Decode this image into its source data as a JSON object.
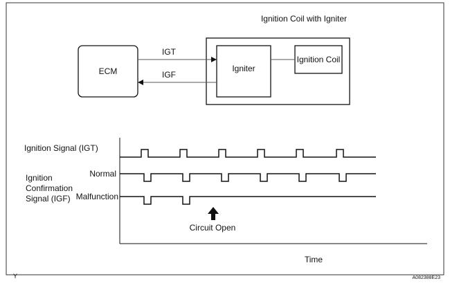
{
  "block_diagram": {
    "module_title": "Ignition Coil with Igniter",
    "ecm_label": "ECM",
    "igniter_label": "Igniter",
    "coil_label": "Ignition Coil",
    "igt_label": "IGT",
    "igf_label": "IGF"
  },
  "timing_chart": {
    "igt_label": "Ignition Signal (IGT)",
    "igf_label_lines": [
      "Ignition",
      "Confirmation",
      "Signal (IGF)"
    ],
    "normal_label": "Normal",
    "malfunction_label": "Malfunction",
    "circuit_open_label": "Circuit Open",
    "time_label": "Time",
    "igt_pulse_count": 6,
    "igf_normal_pulse_count": 6,
    "igf_malfunction_pulse_count": 2
  },
  "footer": {
    "corner_letter": "Y",
    "figure_code": "A082388E23"
  }
}
